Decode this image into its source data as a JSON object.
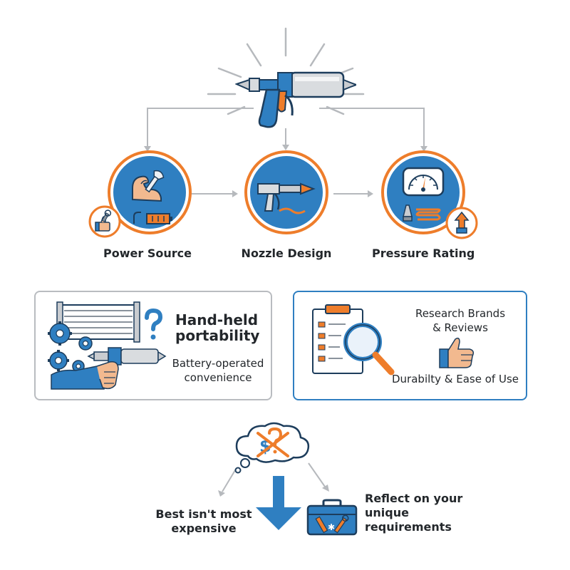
{
  "colors": {
    "primary_blue": "#2f7fc1",
    "accent_orange": "#ee7d2b",
    "dark_outline": "#1d3d5c",
    "connector_gray": "#b6b9bd"
  },
  "top": {
    "icon": "caulking-gun-icon"
  },
  "factors": [
    {
      "label": "Power Source",
      "icon": "arm-wrench-icon",
      "badge_icon": "thumb-wrench-icon"
    },
    {
      "label": "Nozzle Design",
      "icon": "nozzle-gun-icon"
    },
    {
      "label": "Pressure Rating",
      "icon": "gauge-icon",
      "badge_icon": "arrow-up-icon"
    }
  ],
  "left_box": {
    "title": "Hand-held portability",
    "subtitle": "Battery-operated convenience",
    "icons": [
      "gears-icon",
      "hand-gun-icon",
      "question-mark-icon"
    ]
  },
  "right_box": {
    "line1": "Research Brands",
    "line2": "& Reviews",
    "line3": "Durabilty & Ease of Use",
    "icons": [
      "clipboard-checklist-icon",
      "magnifier-icon",
      "thumbs-up-icon"
    ]
  },
  "bottom": {
    "left_text": "Best isn't most expensive",
    "right_text": "Reflect on your unique requirements",
    "icons": [
      "thought-cloud-no-money-icon",
      "down-arrow-icon",
      "toolbox-icon"
    ]
  }
}
